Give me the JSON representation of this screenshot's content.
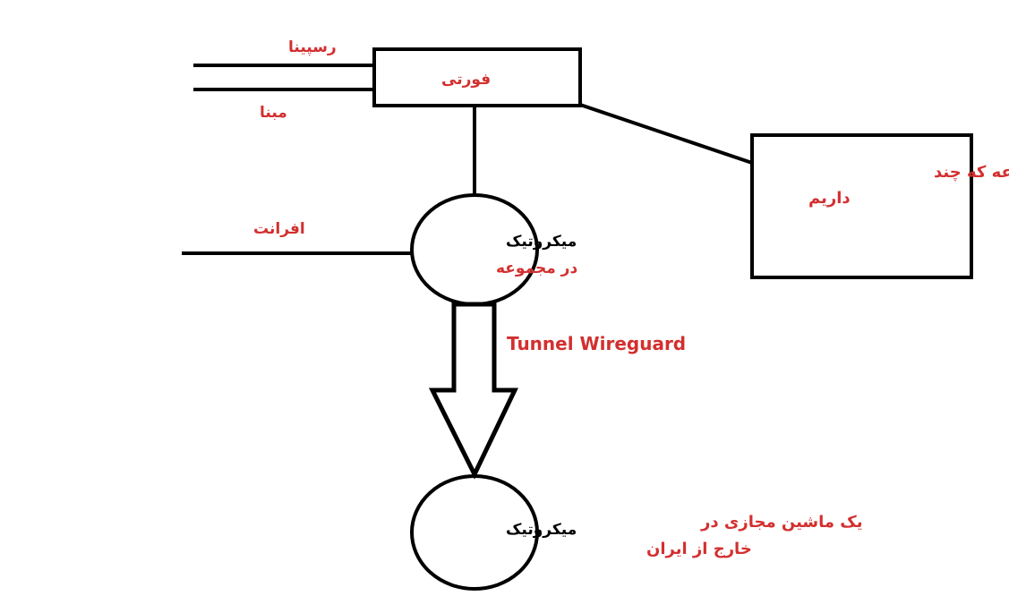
{
  "colors": {
    "stroke": "#000000",
    "label_red": "#d32f2f",
    "label_black": "#000000",
    "background": "#ffffff"
  },
  "isp_links": {
    "top_label": "رسپینا",
    "bottom_label": "مبنا"
  },
  "firewall": {
    "label": "فورتی"
  },
  "vlan_box": {
    "line1": "vlan مجموعه که چند",
    "line2": "داریم"
  },
  "isp_afranet": {
    "label": "افرانت"
  },
  "local_router": {
    "line1": "میکروتیک",
    "line2": "در مجموعه"
  },
  "tunnel": {
    "label": "Tunnel Wireguard"
  },
  "remote_router": {
    "label": "میکروتیک"
  },
  "remote_vm": {
    "line1": "یک ماشین مجازی در",
    "line2": "خارج از ایران"
  }
}
